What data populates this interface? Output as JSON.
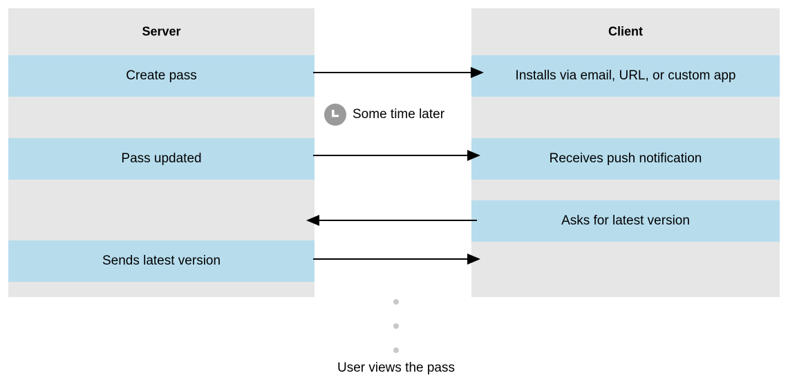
{
  "diagram": {
    "title_server": "Server",
    "title_client": "Client",
    "colors": {
      "lane_gray": "#e6e6e6",
      "lane_blue": "#b7dded",
      "arrow": "#000000",
      "clock_circle": "#9a9a9a",
      "clock_hand": "#ffffff",
      "dot": "#c8c8c8",
      "background": "#ffffff",
      "text": "#000000"
    },
    "columns": [
      {
        "name": "server",
        "header": "Server"
      },
      {
        "name": "client",
        "header": "Client"
      }
    ],
    "server_lane": {
      "rows": [
        {
          "label": "Server",
          "highlight": true,
          "header": true
        },
        {
          "label": "Create pass",
          "highlight": true,
          "header": false
        },
        {
          "label": "",
          "highlight": false,
          "header": false
        },
        {
          "label": "Pass updated",
          "highlight": true,
          "header": false
        },
        {
          "label": "",
          "highlight": false,
          "header": false
        },
        {
          "label": "Sends latest version",
          "highlight": true,
          "header": false
        },
        {
          "label": "",
          "highlight": false,
          "header": false
        }
      ]
    },
    "client_lane": {
      "rows": [
        {
          "label": "Client",
          "highlight": true,
          "header": true
        },
        {
          "label": "Installs via email, URL, or custom app",
          "highlight": true,
          "header": false
        },
        {
          "label": "",
          "highlight": false,
          "header": false
        },
        {
          "label": "Receives push notification",
          "highlight": true,
          "header": false
        },
        {
          "label": "",
          "highlight": false,
          "header": false
        },
        {
          "label": "Asks for latest version",
          "highlight": true,
          "header": false
        },
        {
          "label": "",
          "highlight": false,
          "header": false
        }
      ]
    },
    "messages": [
      {
        "direction": "right",
        "from": "server",
        "to": "client",
        "label": "Create pass"
      },
      {
        "direction": "right",
        "from": "server",
        "to": "client",
        "label": "Pass updated"
      },
      {
        "direction": "left",
        "from": "client",
        "to": "server",
        "label": "Asks for latest version"
      },
      {
        "direction": "right",
        "from": "server",
        "to": "client",
        "label": "Sends latest version"
      }
    ],
    "time_gap": {
      "icon": "clock-icon",
      "label": "Some time later"
    },
    "continuation_dots": 3,
    "footer_label": "User views the pass"
  }
}
